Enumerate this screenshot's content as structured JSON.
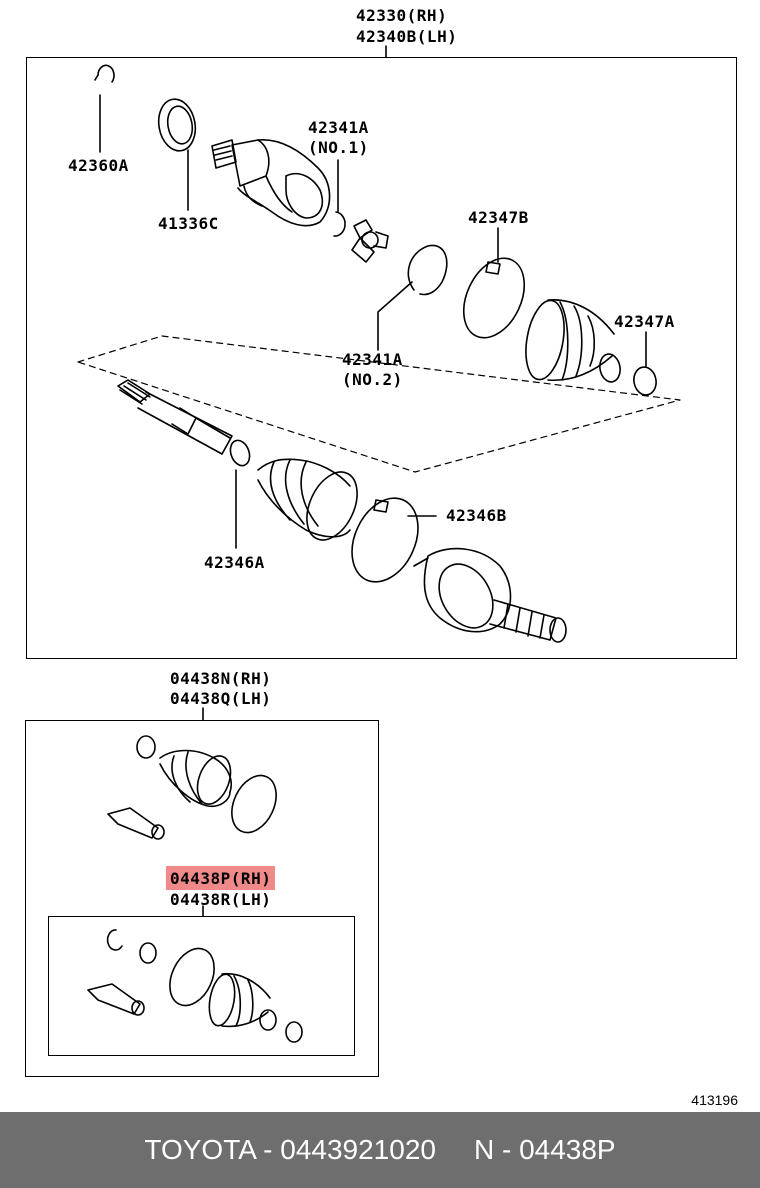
{
  "assembly": {
    "part_rh": "42330(RH)",
    "part_lh": "42340B(LH)"
  },
  "callouts": [
    {
      "code": "42360A"
    },
    {
      "code": "41336C"
    },
    {
      "code": "42341A",
      "note": "(NO.1)"
    },
    {
      "code": "42347B"
    },
    {
      "code": "42347A"
    },
    {
      "code": "42341A",
      "note": "(NO.2)"
    },
    {
      "code": "42346B"
    },
    {
      "code": "42346A"
    }
  ],
  "kit_outer": {
    "part_rh": "04438N(RH)",
    "part_lh": "04438Q(LH)"
  },
  "kit_inner": {
    "part_rh": "04438P(RH)",
    "part_lh": "04438R(LH)",
    "highlight_color": "#f08a8a"
  },
  "figure_number": "413196",
  "footer": {
    "brand_part": "TOYOTA - 0443921020",
    "catalog_ref": "N - 04438P"
  }
}
